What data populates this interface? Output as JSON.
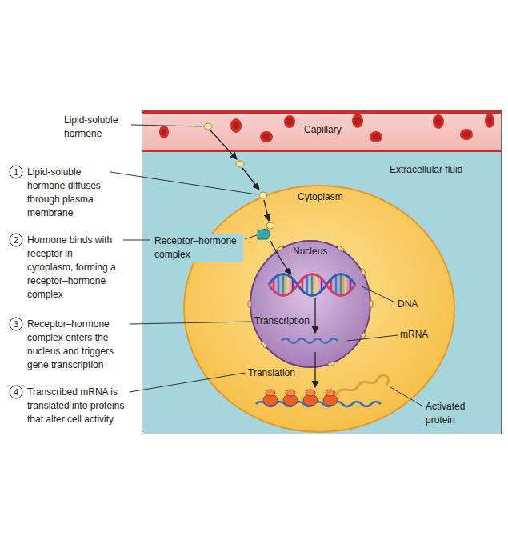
{
  "diagram": {
    "nodes": [
      {
        "text": [
          "Extracellular fluid"
        ]
      },
      {
        "text": [
          "Capillary"
        ],
        "in": 0
      },
      {
        "text": [
          "Cytoplasm"
        ],
        "in": 0
      },
      {
        "text": [
          "Nucleus"
        ],
        "in": 2
      },
      {
        "text": [
          "1"
        ]
      },
      {
        "text": [
          "2"
        ]
      },
      {
        "text": [
          "3"
        ]
      },
      {
        "text": [
          "4"
        ]
      }
    ],
    "labels": [
      "Lipid-soluble hormone",
      "Lipid-soluble hormone diffuses through plasma membrane",
      "Hormone binds with receptor in cytoplasm, forming a receptor–hormone complex",
      "Receptor–hormone complex enters the nucleus and triggers gene transcription",
      "Transcribed mRNA is translated into proteins that alter cell activity",
      "Receptor–hormone complex",
      "DNA",
      "Transcription",
      "mRNA",
      "Translation",
      "Activated protein"
    ]
  }
}
